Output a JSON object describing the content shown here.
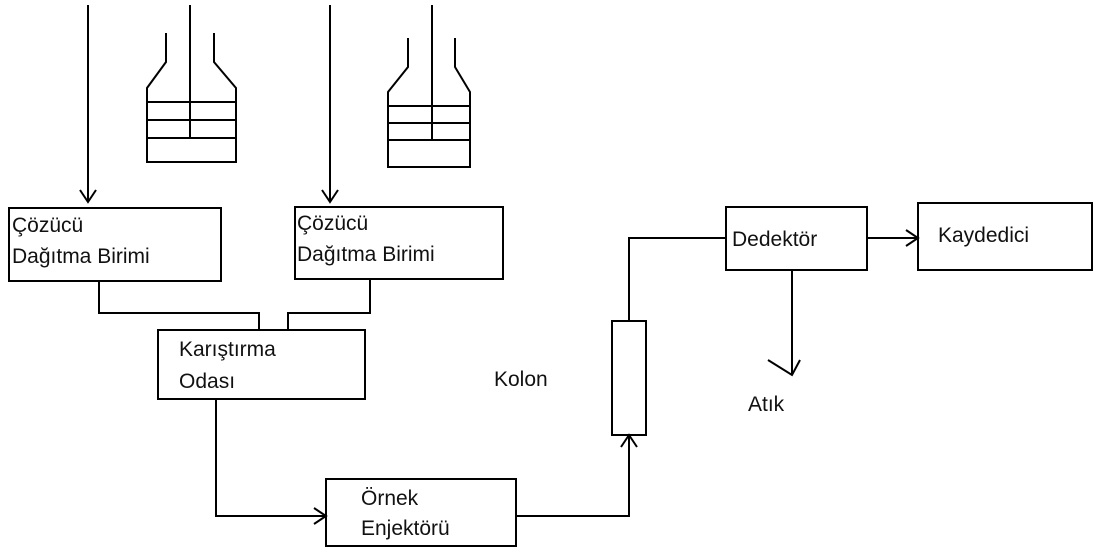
{
  "boxes": {
    "solvent_unit_1": {
      "line1": "Çözücü",
      "line2": "Dağıtma Birimi"
    },
    "solvent_unit_2": {
      "line1": "Çözücü",
      "line2": "Dağıtma Birimi"
    },
    "mixing_chamber": {
      "line1": "Karıştırma",
      "line2": "Odası"
    },
    "sample_injector": {
      "line1": "Örnek",
      "line2": "Enjektörü"
    },
    "detector": {
      "label": "Dedektör"
    },
    "recorder": {
      "label": "Kaydedici"
    }
  },
  "labels": {
    "column": "Kolon",
    "waste": "Atık"
  },
  "colors": {
    "stroke": "#000000",
    "background": "#ffffff"
  }
}
